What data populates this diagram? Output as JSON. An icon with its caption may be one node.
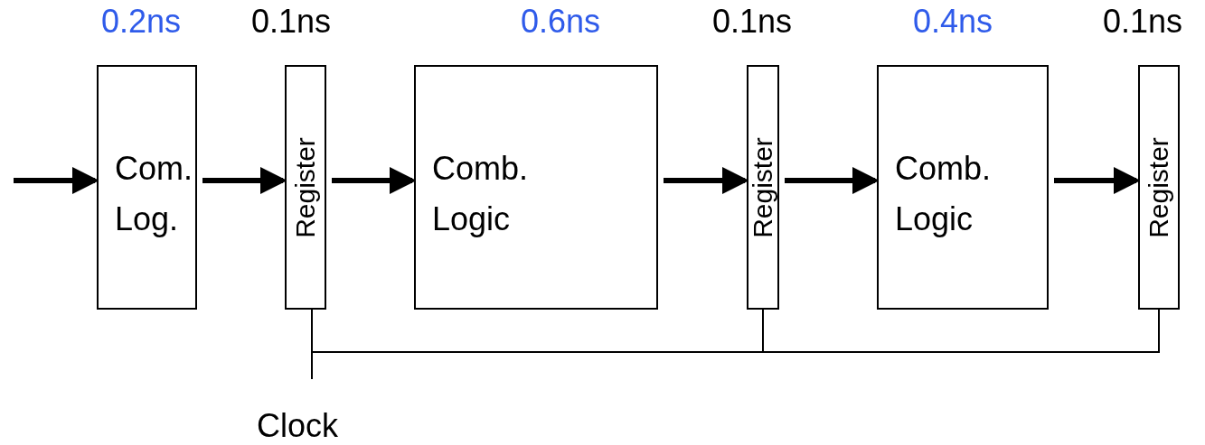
{
  "diagram": {
    "nodes": [
      {
        "text": [
          "Com. Log."
        ],
        "beside": [
          "0.2ns"
        ]
      },
      {
        "text": [
          "Register"
        ],
        "beside": [
          "0.1ns"
        ]
      },
      {
        "text": [
          "Comb. Logic"
        ],
        "beside": [
          "0.6ns"
        ]
      },
      {
        "text": [
          "Register"
        ],
        "beside": [
          "0.1ns"
        ]
      },
      {
        "text": [
          "Comb. Logic"
        ],
        "beside": [
          "0.4ns"
        ]
      },
      {
        "text": [
          "Register"
        ],
        "beside": [
          "0.1ns"
        ]
      },
      {
        "text": [
          "Clock"
        ]
      }
    ],
    "edges": [
      {
        "from": null,
        "to": 0,
        "arrow": "to"
      },
      {
        "from": 0,
        "to": 1,
        "arrow": "to"
      },
      {
        "from": 1,
        "to": 2,
        "arrow": "to"
      },
      {
        "from": 2,
        "to": 3,
        "arrow": "to"
      },
      {
        "from": 3,
        "to": 4,
        "arrow": "to"
      },
      {
        "from": 4,
        "to": 5,
        "arrow": "to"
      },
      {
        "from": 6,
        "to": 1,
        "arrow": "none"
      },
      {
        "from": 6,
        "to": 3,
        "arrow": "none"
      },
      {
        "from": 6,
        "to": 5,
        "arrow": "none"
      }
    ]
  }
}
